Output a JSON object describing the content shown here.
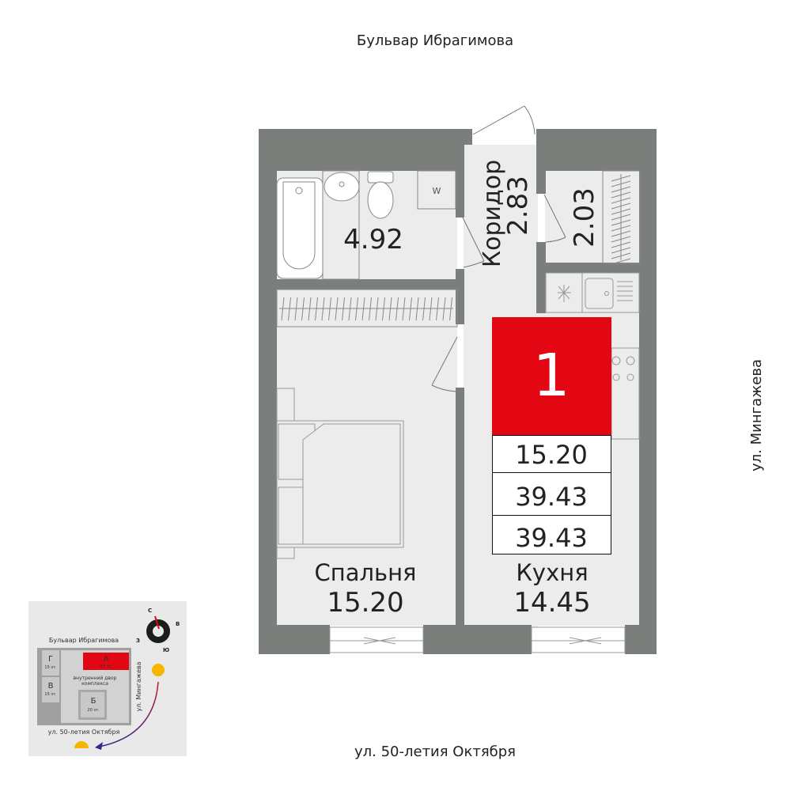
{
  "streets": {
    "top": "Бульвар Ибрагимова",
    "right": "ул. Мингажева",
    "bottom": "ул. 50-летия Октября"
  },
  "rooms": {
    "bathroom": {
      "area": "4.92",
      "fixture": "W"
    },
    "corridor": {
      "name": "Коридор",
      "area": "2.83"
    },
    "storage": {
      "area": "2.03"
    },
    "bedroom": {
      "name": "Спальня",
      "area": "15.20"
    },
    "kitchen": {
      "name": "Кухня",
      "area": "14.45"
    }
  },
  "badge": {
    "rooms_count": "1",
    "living_area": "15.20",
    "total_area": "39.43",
    "total_area_2": "39.43",
    "color": "#e30613"
  },
  "minimap": {
    "street_top": "Бульвар Ибрагимова",
    "street_right": "ул. Мингажева",
    "street_bottom": "ул. 50-летия Октября",
    "compass": {
      "n": "С",
      "e": "В",
      "s": "Ю",
      "w": "З"
    },
    "buildings": [
      {
        "letter": "Г",
        "floors": "15 эт."
      },
      {
        "letter": "А",
        "floors": "33 эт."
      },
      {
        "letter": "В",
        "floors": "15 эт."
      },
      {
        "letter": "Б",
        "floors": "20 эт."
      }
    ],
    "courtyard_1": "внутренний двор",
    "courtyard_2": "комплекса"
  },
  "colors": {
    "wall": "#7a7f7b",
    "floor": "#ececec",
    "accent": "#e30613"
  }
}
